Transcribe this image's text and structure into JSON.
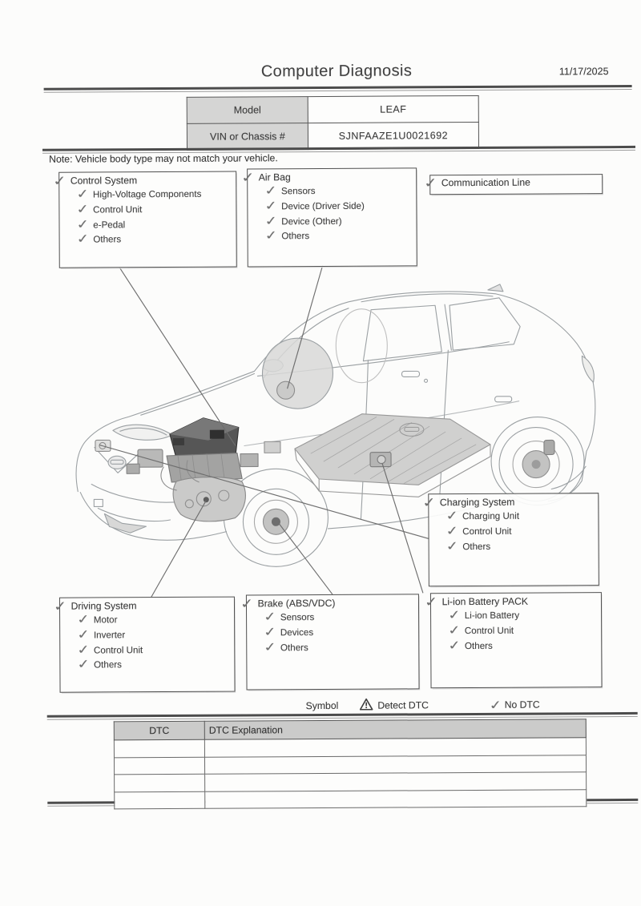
{
  "page": {
    "title": "Computer Diagnosis",
    "date": "11/17/2025",
    "note": "Note: Vehicle body type may not match your vehicle."
  },
  "vehicle_info": {
    "rows": [
      {
        "label": "Model",
        "value": "LEAF"
      },
      {
        "label": "VIN or Chassis #",
        "value": "SJNFAAZE1U0021692"
      }
    ]
  },
  "system_boxes": [
    {
      "label": "Control System",
      "checked": true,
      "items": [
        "High-Voltage Components",
        "Control Unit",
        "e-Pedal",
        "Others"
      ]
    },
    {
      "label": "Air Bag",
      "checked": true,
      "items": [
        "Sensors",
        "Device (Driver Side)",
        "Device (Other)",
        "Others"
      ]
    },
    {
      "label": "Communication Line",
      "checked": true,
      "items": []
    },
    {
      "label": "Charging System",
      "checked": true,
      "items": [
        "Charging Unit",
        "Control Unit",
        "Others"
      ]
    },
    {
      "label": "Driving System",
      "checked": true,
      "items": [
        "Motor",
        "Inverter",
        "Control Unit",
        "Others"
      ]
    },
    {
      "label": "Brake (ABS/VDC)",
      "checked": true,
      "items": [
        "Sensors",
        "Devices",
        "Others"
      ]
    },
    {
      "label": "Li-ion Battery PACK",
      "checked": true,
      "items": [
        "Li-ion Battery",
        "Control Unit",
        "Others"
      ]
    }
  ],
  "legend": {
    "symbol_label": "Symbol",
    "detect_dtc_label": "Detect DTC",
    "no_dtc_label": "No DTC"
  },
  "dtc_table": {
    "headers": [
      "DTC",
      "DTC Explanation"
    ],
    "rows": [
      [
        "",
        ""
      ],
      [
        "",
        ""
      ],
      [
        "",
        ""
      ],
      [
        "",
        ""
      ]
    ]
  },
  "icons": {
    "check_glyph": "✓",
    "warning_glyph": "!"
  },
  "colors": {
    "ink": "#3e3e3e",
    "check": "#6f6f6f",
    "rule": "#4c4c4c",
    "vin_label_bg": "#d5d5d4",
    "dtc_header_bg": "#cbcbca"
  }
}
